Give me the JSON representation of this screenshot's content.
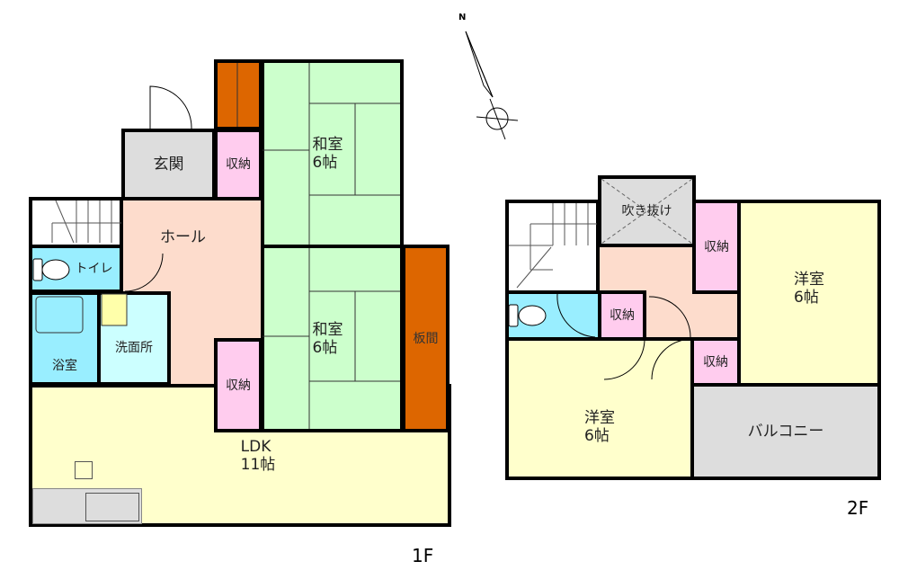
{
  "floor1": {
    "label": "1F",
    "rooms": {
      "genkan": "玄関",
      "storage_upper": "収納",
      "washitsu_upper": "和室\n6帖",
      "hall": "ホール",
      "toilet": "トイレ",
      "bath": "浴室",
      "washroom": "洗面所",
      "storage_lower": "収納",
      "washitsu_lower": "和室\n6帖",
      "itama": "板間",
      "ldk": "LDK\n11帖"
    }
  },
  "floor2": {
    "label": "2F",
    "rooms": {
      "fukinuke": "吹き抜け",
      "storage_top": "収納",
      "western_right": "洋室\n6帖",
      "storage_mid": "収納",
      "storage_lower": "収納",
      "western_left": "洋室\n6帖",
      "balcony": "バルコニー"
    }
  },
  "compass": {
    "north": "N"
  }
}
